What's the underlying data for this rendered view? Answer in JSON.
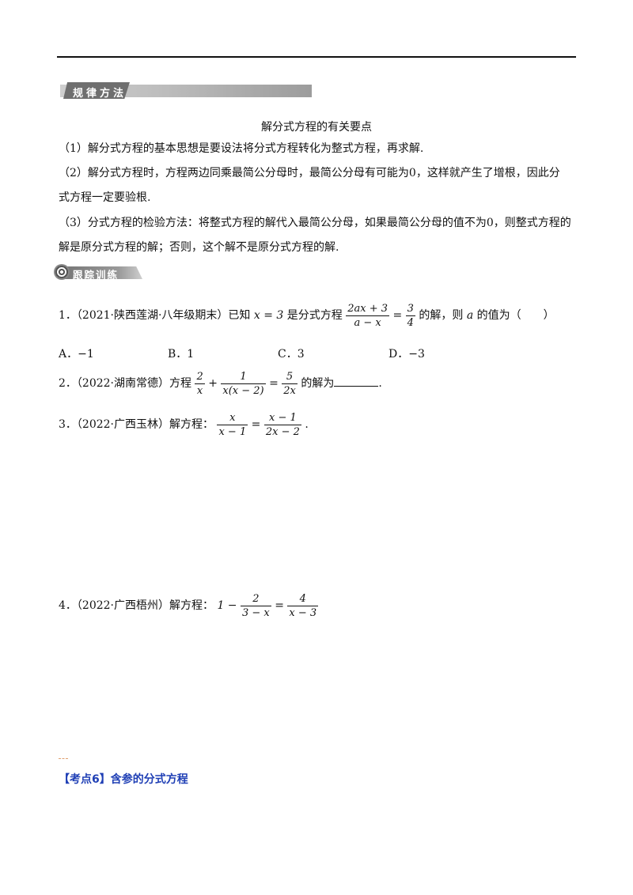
{
  "banner_method": "规律方法",
  "tip_title": "解分式方程的有关要点",
  "tips": [
    "（1）解分式方程的基本思想是要设法将分式方程转化为整式方程，再求解.",
    "（2）解分式方程时，方程两边同乘最简公分母时，最简公分母有可能为0，这样就产生了增根，因此分",
    "式方程一定要验根.",
    "（3）分式方程的检验方法：将整式方程的解代入最简公分母，如果最简公分母的值不为0，则整式方程的",
    "解是原分式方程的解；否则，这个解不是原分式方程的解."
  ],
  "banner_practice": "跟踪训练",
  "q1": {
    "prefix": "1．（2021·陕西莲湖·八年级期末）已知",
    "cond": "x = 3",
    "mid": "是分式方程",
    "f1_num": "2ax + 3",
    "f1_den": "a − x",
    "eq": "=",
    "f2_num": "3",
    "f2_den": "4",
    "tail": "的解，则",
    "var": "a",
    "end": "的值为（　　）",
    "options": [
      "A．−1",
      "B．1",
      "C．3",
      "D．−3"
    ]
  },
  "q2": {
    "prefix": "2．（2022·湖南常德）方程",
    "a_num": "2",
    "a_den": "x",
    "plus": "+",
    "b_num": "1",
    "b_den": "x(x − 2)",
    "eq": "=",
    "c_num": "5",
    "c_den": "2x",
    "tail": "的解为",
    "end": "."
  },
  "q3": {
    "prefix": "3．（2022·广西玉林）解方程：",
    "a_num": "x",
    "a_den": "x − 1",
    "eq": "=",
    "b_num": "x − 1",
    "b_den": "2x − 2",
    "end": "."
  },
  "q4": {
    "prefix": "4．（2022·广西梧州）解方程：",
    "lead": "1 −",
    "a_num": "2",
    "a_den": "3 − x",
    "eq": "=",
    "b_num": "4",
    "b_den": "x − 3"
  },
  "kaodian": "【考点6】含参的分式方程"
}
